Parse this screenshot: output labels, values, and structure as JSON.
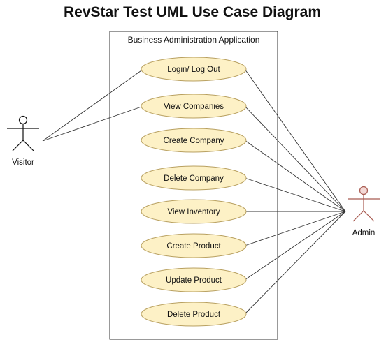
{
  "title": "RevStar Test UML Use Case Diagram",
  "system": {
    "label": "Business Administration Application"
  },
  "actors": {
    "visitor": {
      "label": "Visitor"
    },
    "admin": {
      "label": "Admin"
    }
  },
  "use_cases": [
    {
      "id": "login",
      "label": "Login/ Log Out"
    },
    {
      "id": "view-companies",
      "label": "View Companies"
    },
    {
      "id": "create-company",
      "label": "Create Company"
    },
    {
      "id": "delete-company",
      "label": "Delete Company"
    },
    {
      "id": "view-inventory",
      "label": "View Inventory"
    },
    {
      "id": "create-product",
      "label": "Create Product"
    },
    {
      "id": "update-product",
      "label": "Update Product"
    },
    {
      "id": "delete-product",
      "label": "Delete Product"
    }
  ],
  "associations": {
    "visitor": [
      "login",
      "view-companies"
    ],
    "admin": [
      "login",
      "view-companies",
      "create-company",
      "delete-company",
      "view-inventory",
      "create-product",
      "update-product",
      "delete-product"
    ]
  },
  "colors": {
    "use_case_fill": "#fdf1c6",
    "use_case_stroke": "#b8a060",
    "visitor_fill": "#ffffff",
    "admin_fill": "#f4d9d6",
    "admin_stroke": "#a85a50",
    "line": "#333333"
  }
}
